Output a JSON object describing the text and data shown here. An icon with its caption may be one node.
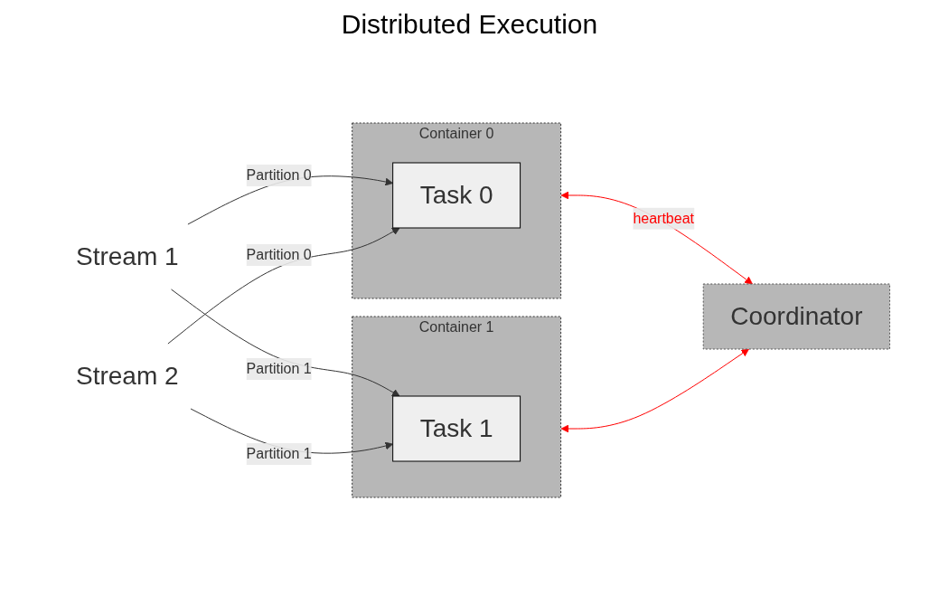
{
  "diagram": {
    "title": "Distributed Execution",
    "nodes": [
      {
        "text": [
          "Container 0"
        ]
      },
      {
        "text": [
          "Task 0"
        ],
        "in": 0
      },
      {
        "text": [
          "Stream 1"
        ]
      },
      {
        "text": [
          "Container 1"
        ]
      },
      {
        "text": [
          "Task 1"
        ],
        "in": 3
      },
      {
        "text": [
          "Stream 2"
        ]
      },
      {
        "text": [
          "Coordinator"
        ]
      }
    ],
    "edges": [
      {
        "from": 2,
        "to": 1,
        "arrow": "to",
        "label": "Partition 0"
      },
      {
        "from": 2,
        "to": 4,
        "arrow": "to",
        "label": "Partition 1"
      },
      {
        "from": 5,
        "to": 1,
        "arrow": "to",
        "label": "Partition 0"
      },
      {
        "from": 5,
        "to": 4,
        "arrow": "to",
        "label": "Partition 1"
      },
      {
        "from": 0,
        "to": 6,
        "arrow": "both",
        "label": "heartbeat",
        "color": "#ff0000"
      },
      {
        "from": 3,
        "to": 6,
        "arrow": "both",
        "color": "#ff0000"
      }
    ]
  }
}
